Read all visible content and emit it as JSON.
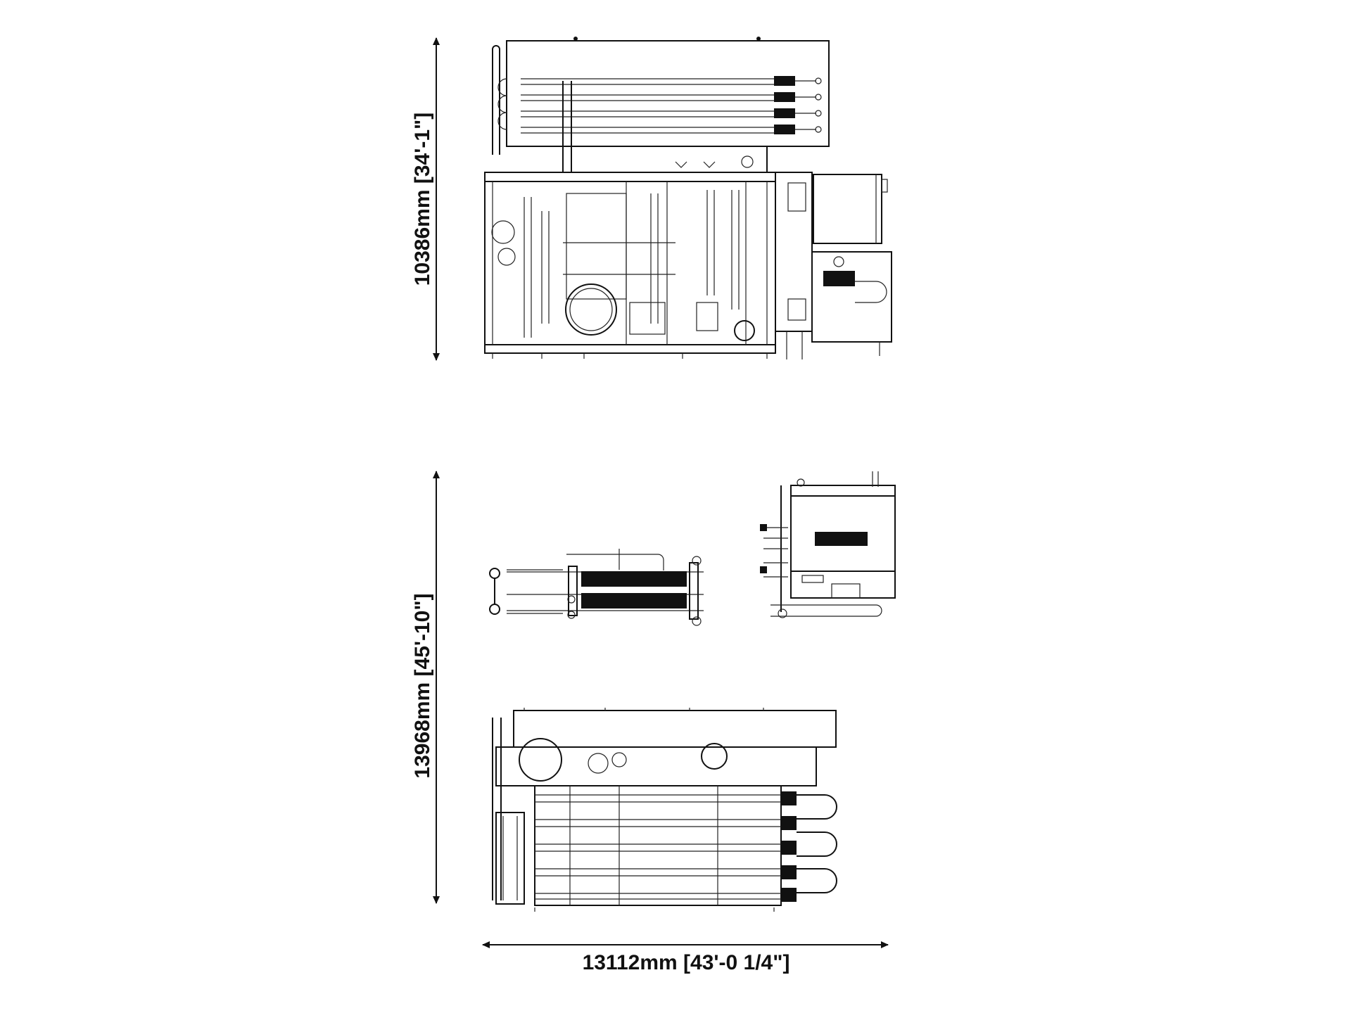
{
  "dimensions": {
    "front_view_height": "10386mm [34'-1\"]",
    "plan_view_depth": "13968mm [45'-10\"]",
    "overall_width": "13112mm [43'-0 1/4\"]"
  },
  "colors": {
    "line": "#111111",
    "background": "#ffffff"
  }
}
